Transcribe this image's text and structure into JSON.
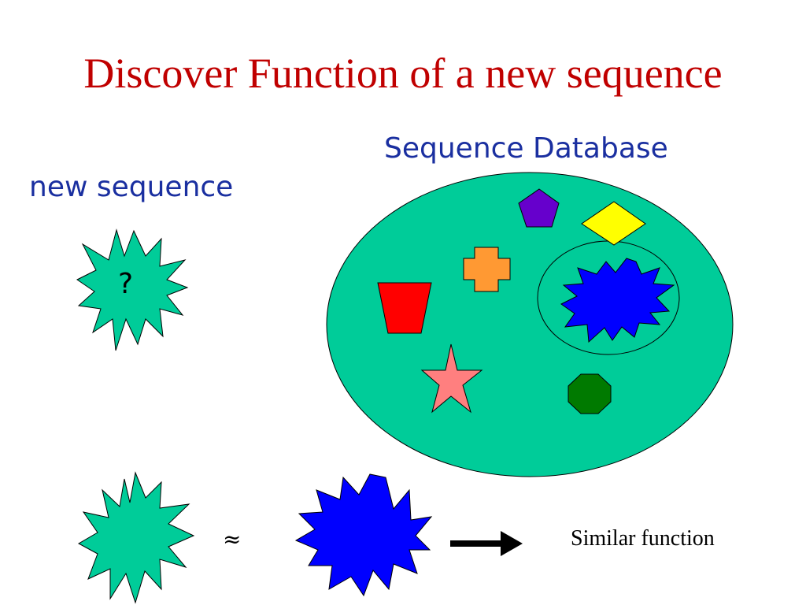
{
  "title": "Discover  Function of a new sequence",
  "labels": {
    "database": "Sequence Database",
    "new_sequence": "new sequence",
    "query_mark": "?",
    "approx_symbol": "≈",
    "similar_function": "Similar function"
  },
  "colors": {
    "title": "#c00000",
    "label": "#1a2fa0",
    "database_fill": "#00cc99",
    "query_star": "#00cc99",
    "match_star": "#0000ff",
    "pentagon": "#6600cc",
    "diamond": "#ffff00",
    "cross": "#ff9933",
    "trapezoid": "#ff0000",
    "star": "#ff7f7f",
    "octagon": "#007a00"
  },
  "icons": [
    "query-starburst-icon",
    "match-starburst-icon",
    "pentagon-icon",
    "diamond-icon",
    "cross-icon",
    "trapezoid-icon",
    "star-icon",
    "octagon-icon",
    "arrow-right-icon"
  ]
}
